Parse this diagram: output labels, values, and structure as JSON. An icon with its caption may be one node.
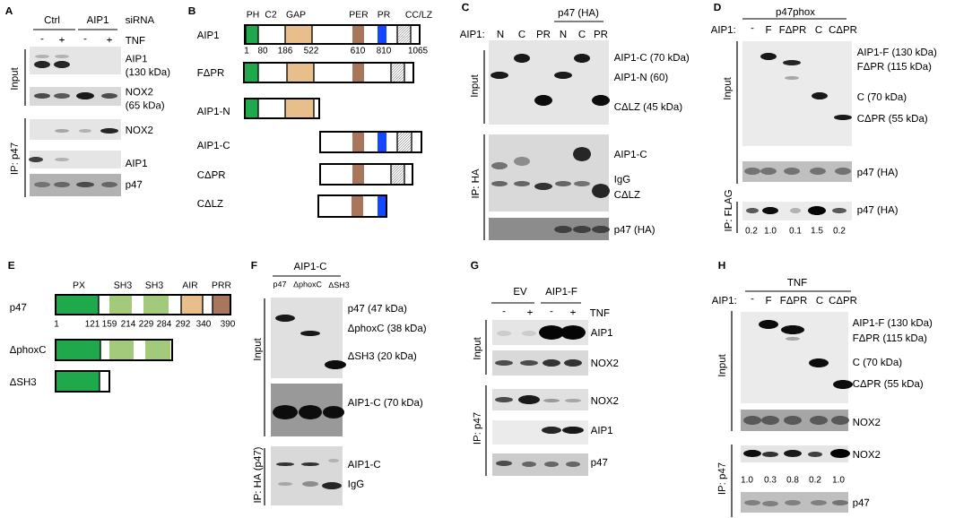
{
  "diagram": {
    "labels": [
      "A",
      "Ctrl",
      "AIP1",
      "siRNA",
      "-",
      "+",
      "-",
      "+",
      "TNF",
      "Input",
      "AIP1 (130 kDa)",
      "NOX2 (65 kDa)",
      "IP: p47",
      "NOX2",
      "AIP1",
      "p47",
      "B",
      "PH",
      "C2",
      "GAP",
      "PER",
      "PR",
      "CC/LZ",
      "AIP1",
      "1",
      "80",
      "186",
      "522",
      "610",
      "810",
      "1065",
      "FΔPR",
      "AIP1-N",
      "AIP1-C",
      "CΔPR",
      "CΔLZ",
      "C",
      "p47 (HA)",
      "AIP1:",
      "N",
      "C",
      "PR",
      "N",
      "C",
      "PR",
      "Input",
      "AIP1-C (70 kDa)",
      "AIP1-N (60)",
      "CΔLZ (45 kDa)",
      "IP: HA",
      "AIP1-C",
      "IgG",
      "CΔLZ",
      "p47 (HA)",
      "D",
      "p47phox",
      "AIP1:",
      "-",
      "F",
      "FΔPR",
      "C",
      "CΔPR",
      "Input",
      "AIP1-F (130 kDa)",
      "FΔPR (115 kDa)",
      "C (70 kDa)",
      "CΔPR (55 kDa)",
      "p47 (HA)",
      "IP: FLAG",
      "p47 (HA)",
      "0.2",
      "1.0",
      "0.1",
      "1.5",
      "0.2",
      "E",
      "PX",
      "SH3",
      "SH3",
      "AIR",
      "PRR",
      "p47",
      "1",
      "121",
      "159",
      "214",
      "229",
      "284",
      "292",
      "340",
      "390",
      "ΔphoxC",
      "ΔSH3",
      "F",
      "AIP1-C",
      "p47",
      "ΔphoxC",
      "ΔSH3",
      "Input",
      "p47 (47 kDa)",
      "ΔphoxC (38 kDa)",
      "ΔSH3 (20 kDa)",
      "AIP1-C (70 kDa)",
      "IP: HA (p47)",
      "AIP1-C",
      "IgG",
      "G",
      "EV",
      "AIP1-F",
      "-",
      "+",
      "-",
      "+",
      "TNF",
      "Input",
      "AIP1",
      "NOX2",
      "IP: p47",
      "NOX2",
      "AIP1",
      "p47",
      "H",
      "TNF",
      "AIP1:",
      "-",
      "F",
      "FΔPR",
      "C",
      "CΔPR",
      "Input",
      "AIP1-F (130 kDa)",
      "FΔPR (115 kDa)",
      "C (70 kDa)",
      "CΔPR (55 kDa)",
      "NOX2",
      "IP: p47",
      "NOX2",
      "1.0",
      "0.3",
      "0.8",
      "0.2",
      "1.0",
      "p47"
    ]
  }
}
